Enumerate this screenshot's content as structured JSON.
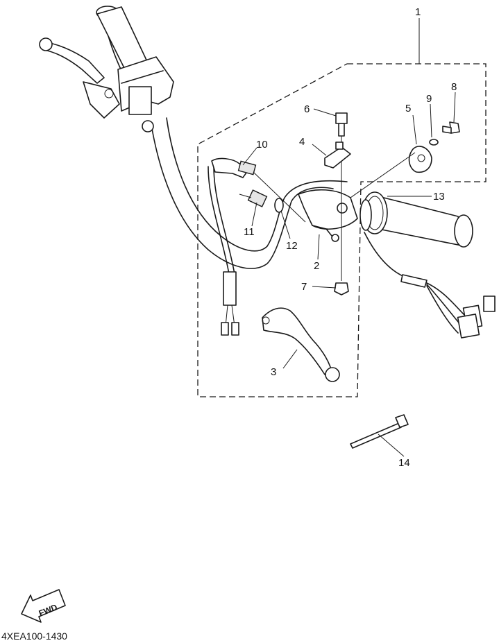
{
  "callouts": {
    "c1": "1",
    "c2": "2",
    "c3": "3",
    "c4": "4",
    "c5": "5",
    "c6": "6",
    "c7": "7",
    "c8": "8",
    "c9": "9",
    "c10": "10",
    "c11": "11",
    "c12": "12",
    "c13": "13",
    "c14": "14"
  },
  "direction_badge": "FWD",
  "diagram_code": "4XEA100-1430",
  "colors": {
    "line": "#1a1a1a",
    "background": "#ffffff"
  }
}
